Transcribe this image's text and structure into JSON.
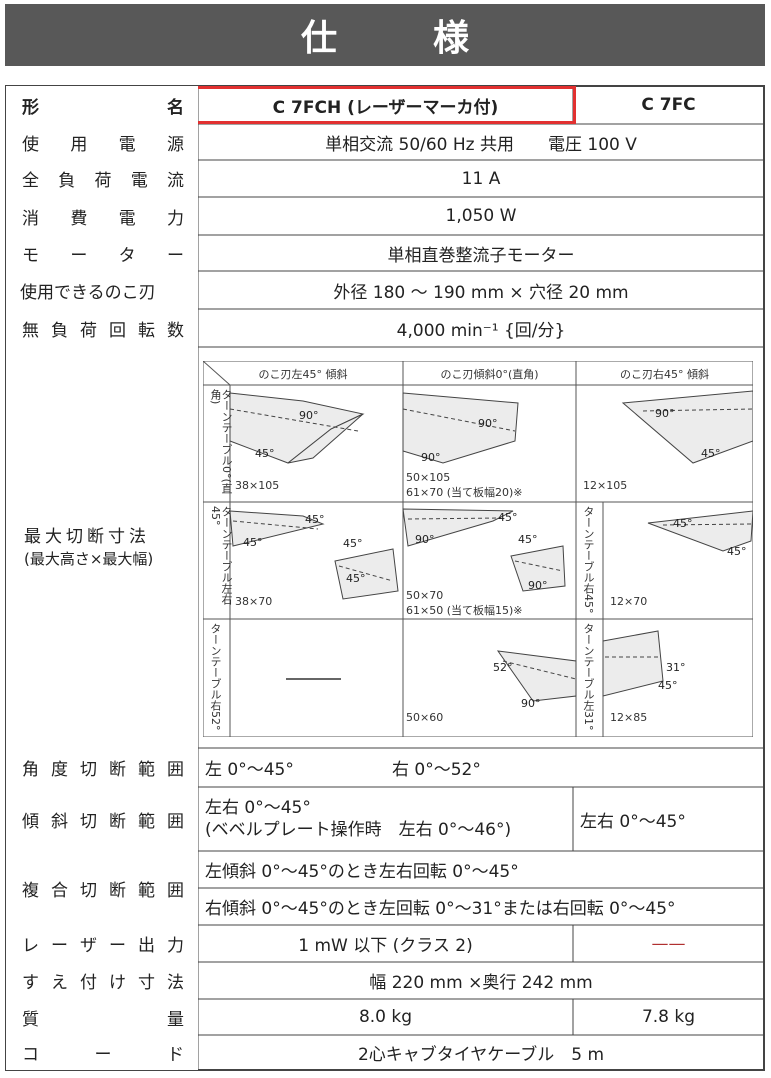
{
  "title": "仕　様",
  "header": {
    "label_left": "形",
    "label_right": "名",
    "model_a": "C 7FCH (レーザーマーカ付)",
    "model_b": "C 7FC"
  },
  "rows": {
    "power": {
      "label": [
        "使",
        "用",
        "電",
        "源"
      ],
      "value": "単相交流 50/60 Hz 共用　　電圧 100 V"
    },
    "current": {
      "label": [
        "全",
        "負",
        "荷",
        "電",
        "流"
      ],
      "value": "11 A"
    },
    "consumption": {
      "label": [
        "消",
        "費",
        "電",
        "力"
      ],
      "value": "1,050 W"
    },
    "motor": {
      "label": [
        "モ",
        "ー",
        "タ",
        "ー"
      ],
      "value": "単相直巻整流子モーター"
    },
    "blade": {
      "label": "使用できるのこ刃",
      "value": "外径 180 ～ 190 mm × 穴径 20 mm"
    },
    "speed": {
      "label": [
        "無",
        "負",
        "荷",
        "回",
        "転",
        "数"
      ],
      "value": "4,000 min⁻¹ {回/分}"
    },
    "max_cut": {
      "label_line1": "最大切断寸法",
      "label_line2": "(最大高さ×最大幅)"
    },
    "angle_cut": {
      "label": [
        "角",
        "度",
        "切",
        "断",
        "範",
        "囲"
      ],
      "value_left": "左 0°～45°",
      "value_right": "右 0°～52°"
    },
    "bevel_cut": {
      "label": [
        "傾",
        "斜",
        "切",
        "断",
        "範",
        "囲"
      ],
      "value_a_line1": "左右 0°～45°",
      "value_a_line2": "(ベベルプレート操作時　左右 0°～46°)",
      "value_b": "左右 0°～45°"
    },
    "compound_cut": {
      "label": [
        "複",
        "合",
        "切",
        "断",
        "範",
        "囲"
      ],
      "line1": "左傾斜 0°～45°のとき左右回転 0°～45°",
      "line2": "右傾斜 0°～45°のとき左回転 0°～31°または右回転 0°～45°"
    },
    "laser": {
      "label": [
        "レ",
        "ー",
        "ザ",
        "ー",
        "出",
        "力"
      ],
      "value_a": "1 mW 以下 (クラス 2)",
      "value_b": "——"
    },
    "mount": {
      "label": [
        "す",
        "え",
        "付",
        "け",
        "寸",
        "法"
      ],
      "value": "幅 220 mm ×奥行 242 mm"
    },
    "weight": {
      "label_left": "質",
      "label_right": "量",
      "value_a": "8.0 kg",
      "value_b": "7.8 kg"
    },
    "cord": {
      "label": [
        "コ",
        "ー",
        "ド"
      ],
      "value": "2心キャブタイヤケーブル　5 m"
    }
  },
  "diagram": {
    "col_heads": [
      "のこ刃左45° 傾斜",
      "のこ刃傾斜0°(直角)",
      "のこ刃右45° 傾斜"
    ],
    "row_labels": [
      "ターンテーブル0°(直角)",
      "ターンテーブル左右45°",
      "ターンテーブル右52°"
    ],
    "right_labels": [
      "ターンテーブル右45°",
      "ターンテーブル左31°"
    ],
    "angles": {
      "a90": "90°",
      "a45": "45°",
      "a52": "52°",
      "a31": "31°"
    },
    "values": {
      "r1c1": "38×105",
      "r1c2a": "50×105",
      "r1c2b": "61×70 (当て板幅20)※",
      "r1c3": "12×105",
      "r2c1": "38×70",
      "r2c2a": "50×70",
      "r2c2b": "61×50 (当て板幅15)※",
      "r2c3": "12×70",
      "r3c2": "50×60",
      "r3c3": "12×85"
    }
  }
}
